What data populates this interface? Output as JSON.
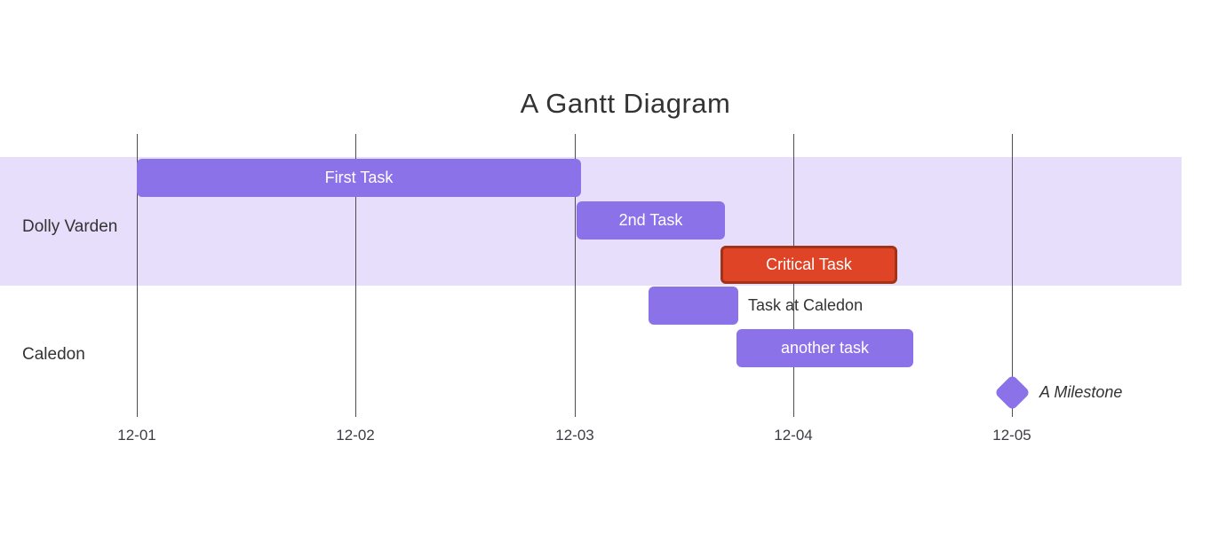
{
  "title": "A Gantt Diagram",
  "colors": {
    "task_fill": "#8b72e8",
    "critical_fill": "#de4425",
    "critical_border": "#a33316",
    "section_band": "#e6defa",
    "grid_line": "#4c4c55",
    "dark_text": "#333333",
    "axis_text": "#3d3d44",
    "task_text": "#ffffff"
  },
  "chart_data": {
    "type": "gantt",
    "title": "A Gantt Diagram",
    "x_axis": {
      "ticks": [
        "12-01",
        "12-02",
        "12-03",
        "12-04",
        "12-05"
      ],
      "unit": "day",
      "note": "day offsets below are measured from the 12-01 gridline"
    },
    "sections": [
      {
        "name": "Dolly Varden",
        "rows": [
          0,
          1,
          2
        ],
        "banded": true
      },
      {
        "name": "Caledon",
        "rows": [
          3,
          4,
          5
        ],
        "banded": false
      }
    ],
    "tasks": [
      {
        "label": "First Task",
        "section": "Dolly Varden",
        "row": 0,
        "start_day": 0.0,
        "end_day": 2.03,
        "style": "task",
        "label_position": "inside"
      },
      {
        "label": "2nd Task",
        "section": "Dolly Varden",
        "row": 1,
        "start_day": 2.01,
        "end_day": 2.69,
        "style": "task",
        "label_position": "inside"
      },
      {
        "label": "Critical Task",
        "section": "Dolly Varden",
        "row": 2,
        "start_day": 2.67,
        "end_day": 3.48,
        "style": "critical",
        "label_position": "inside"
      },
      {
        "label": "Task at Caledon",
        "section": "Caledon",
        "row": 3,
        "start_day": 2.34,
        "end_day": 2.75,
        "style": "task",
        "label_position": "right"
      },
      {
        "label": "another task",
        "section": "Caledon",
        "row": 4,
        "start_day": 2.74,
        "end_day": 3.55,
        "style": "task",
        "label_position": "inside"
      },
      {
        "label": "A Milestone",
        "section": "Caledon",
        "row": 5,
        "start_day": 4.0,
        "end_day": 4.0,
        "style": "milestone",
        "label_position": "right"
      }
    ]
  }
}
